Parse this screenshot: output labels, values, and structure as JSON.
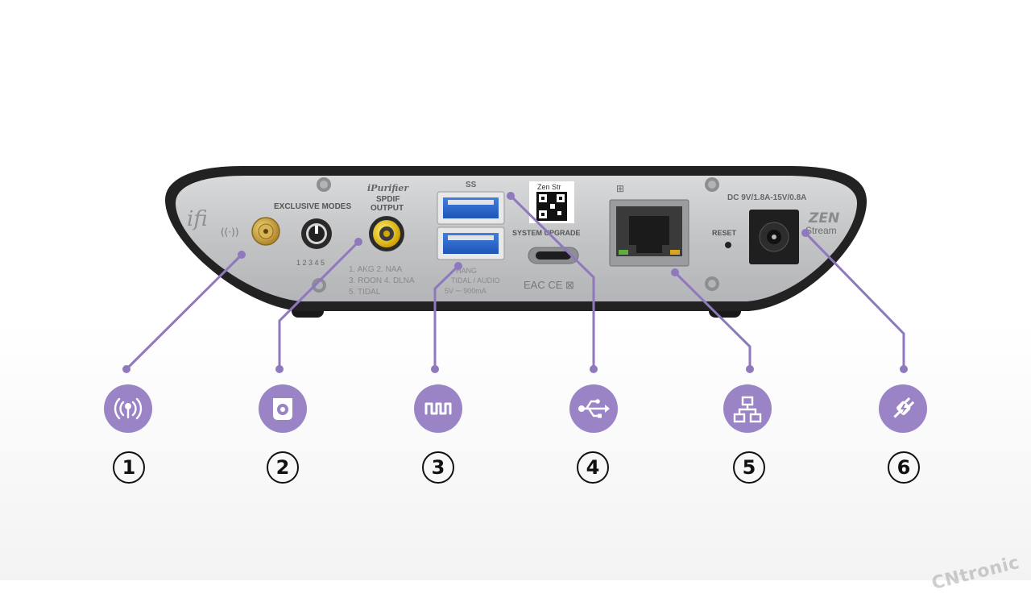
{
  "device": {
    "brand": "ifi",
    "exclusive_modes_label": "EXCLUSIVE MODES",
    "ipurifier_label": "iPurifier",
    "spdif_label": "SPDIF",
    "output_label": "OUTPUT",
    "modes_line1": "1. AKG   2. NAA",
    "modes_line2": "3. ROON  4. DLNA",
    "modes_line3": "5. TIDAL",
    "usb_logo": "SS",
    "usb_note1": "5V ⎓ 900mA",
    "usb_note2": "TIDAL / AUDIO",
    "usb_note3": "HANG",
    "qr_label": "Zen Str",
    "system_upgrade_label": "SYSTEM UPGRADE",
    "reset_label": "RESET",
    "power_label": "DC 9V/1.8A-15V/0.8A",
    "model_logo": "ZEN",
    "model_sub": "Stream",
    "cert_marks": "EAC CE ⊠"
  },
  "callouts": [
    {
      "number": "1",
      "icon": "antenna-icon"
    },
    {
      "number": "2",
      "icon": "spdif-coax-icon"
    },
    {
      "number": "3",
      "icon": "signal-wave-icon"
    },
    {
      "number": "4",
      "icon": "usb-icon"
    },
    {
      "number": "5",
      "icon": "network-icon"
    },
    {
      "number": "6",
      "icon": "power-plug-icon"
    }
  ],
  "colors": {
    "accent": "#9a84c6",
    "leader_line": "#8f78bd",
    "panel": "#c9cacc",
    "shell": "#222222"
  },
  "watermark": "CNtronic"
}
